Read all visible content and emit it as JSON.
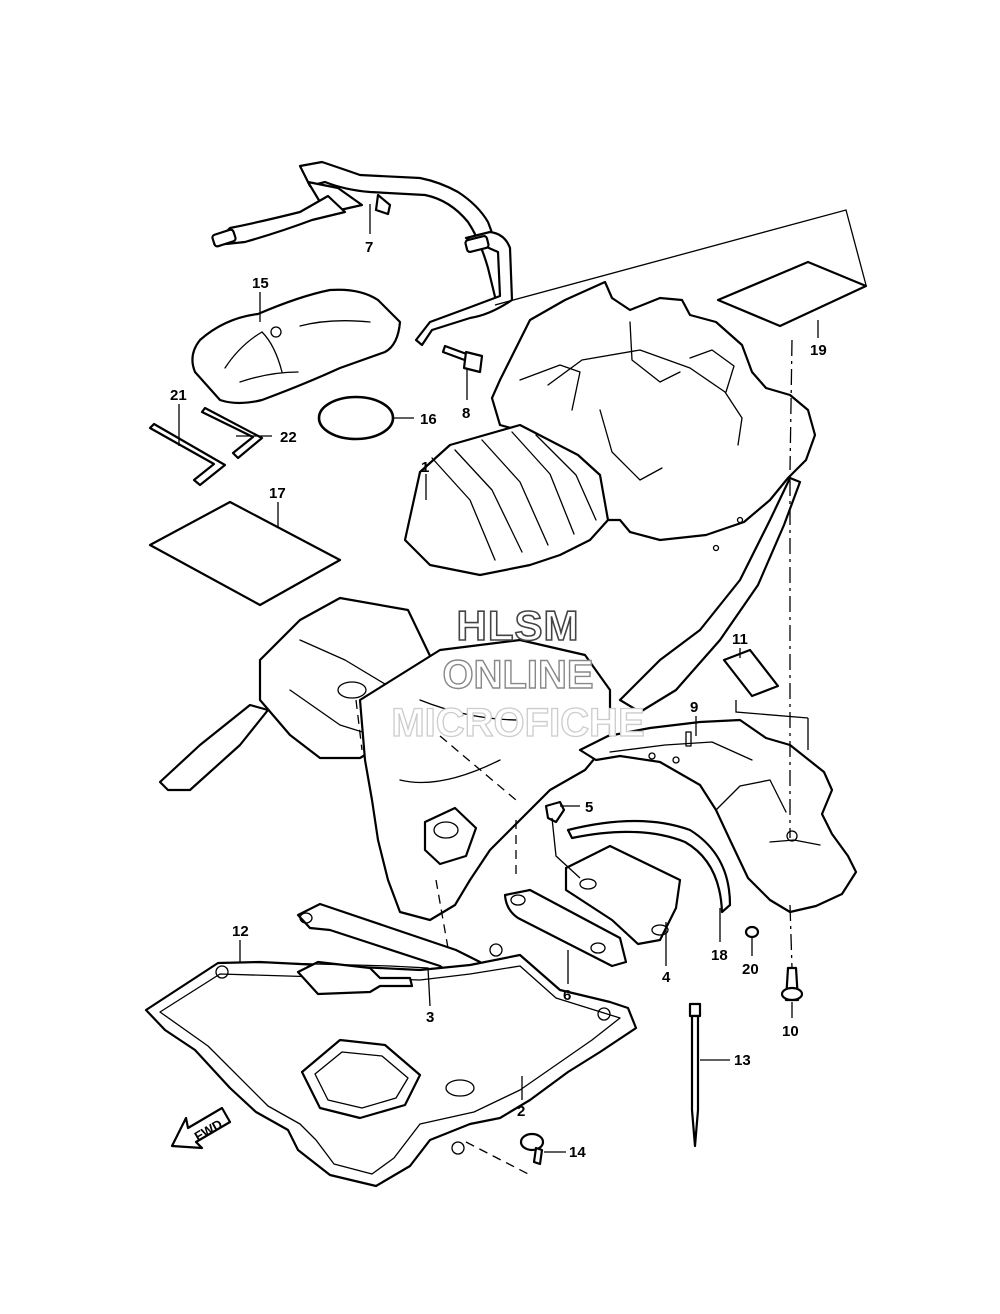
{
  "watermark": {
    "line1": "HLSM",
    "line2": "ONLINE",
    "line3": "MICROFICHE"
  },
  "direction_marker": {
    "label": "FWD",
    "icon": "fwd-arrow-icon"
  },
  "callouts": [
    "1",
    "2",
    "3",
    "4",
    "5",
    "6",
    "7",
    "8",
    "9",
    "10",
    "11",
    "12",
    "13",
    "14",
    "15",
    "16",
    "17",
    "18",
    "19",
    "20",
    "21",
    "22"
  ]
}
